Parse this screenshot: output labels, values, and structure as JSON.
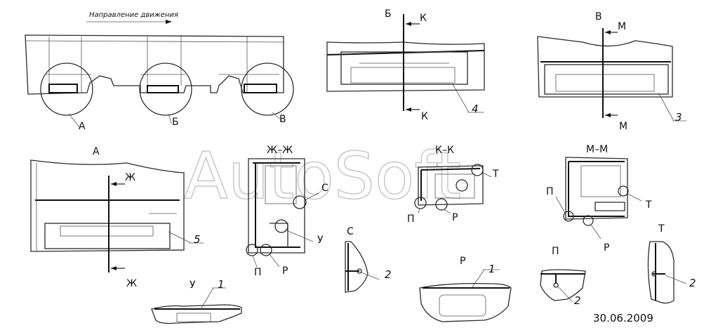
{
  "watermark": "AutoSoft",
  "direction_label": "Направление движения",
  "date": "30.06.2009",
  "overview": {
    "callouts": [
      "А",
      "Б",
      "В"
    ]
  },
  "view_b": {
    "title": "Б",
    "section": "К",
    "part": "4"
  },
  "view_v": {
    "title": "В",
    "section": "М",
    "part": "3"
  },
  "view_a": {
    "title": "А",
    "section": "Ж",
    "part": "5"
  },
  "section_zh": {
    "title": "Ж–Ж",
    "callouts": [
      "С",
      "У",
      "П",
      "Р"
    ]
  },
  "section_k": {
    "title": "К–К",
    "callouts": [
      "Т",
      "П",
      "Р"
    ]
  },
  "section_m": {
    "title": "М–М",
    "callouts": [
      "П",
      "Т",
      "Р"
    ]
  },
  "detail_c": {
    "title": "С",
    "part": "2"
  },
  "detail_u": {
    "title": "У",
    "part": "1"
  },
  "detail_r": {
    "title": "Р",
    "part": "1"
  },
  "detail_p": {
    "title": "П",
    "part": "2"
  },
  "detail_t": {
    "title": "Т",
    "part": "2"
  }
}
